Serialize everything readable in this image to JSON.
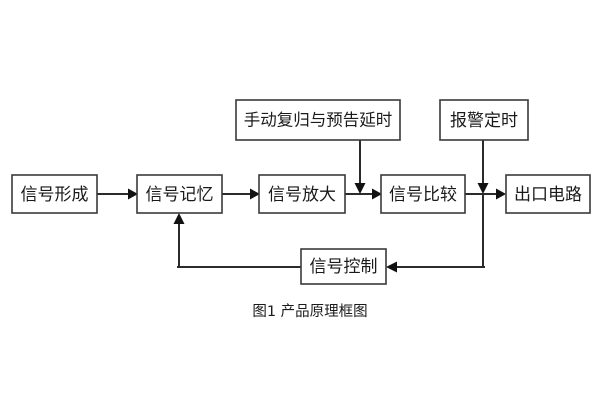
{
  "figure": {
    "caption": "图1 产品原理框图",
    "background_color": "#ffffff",
    "box_border_color": "#3a3a3a",
    "line_color": "#2b2b2b",
    "text_color": "#1a1a1a"
  },
  "nodes": [
    {
      "id": "signal-formation",
      "label": "信号形成"
    },
    {
      "id": "signal-memory",
      "label": "信号记忆"
    },
    {
      "id": "signal-amplify",
      "label": "信号放大"
    },
    {
      "id": "signal-compare",
      "label": "信号比较"
    },
    {
      "id": "output-circuit",
      "label": "出口电路"
    },
    {
      "id": "manual-reset-delay",
      "label": "手动复归与预告延时"
    },
    {
      "id": "alarm-timer",
      "label": "报警定时"
    },
    {
      "id": "signal-control",
      "label": "信号控制"
    }
  ],
  "edges": [
    {
      "id": "formation-to-memory",
      "from": "信号形成",
      "to": "信号记忆"
    },
    {
      "id": "memory-to-amplify",
      "from": "信号记忆",
      "to": "信号放大"
    },
    {
      "id": "amplify-to-compare",
      "from": "信号放大",
      "to": "信号比较"
    },
    {
      "id": "compare-to-output",
      "from": "信号比较",
      "to": "出口电路"
    },
    {
      "id": "reset-to-compare",
      "from": "手动复归与预告延时",
      "to": "信号比较"
    },
    {
      "id": "alarm-to-output",
      "from": "报警定时",
      "to": "出口电路"
    },
    {
      "id": "alarm-to-control",
      "from": "报警定时",
      "to": "信号控制"
    },
    {
      "id": "control-to-memory",
      "from": "信号控制",
      "to": "信号记忆"
    }
  ]
}
